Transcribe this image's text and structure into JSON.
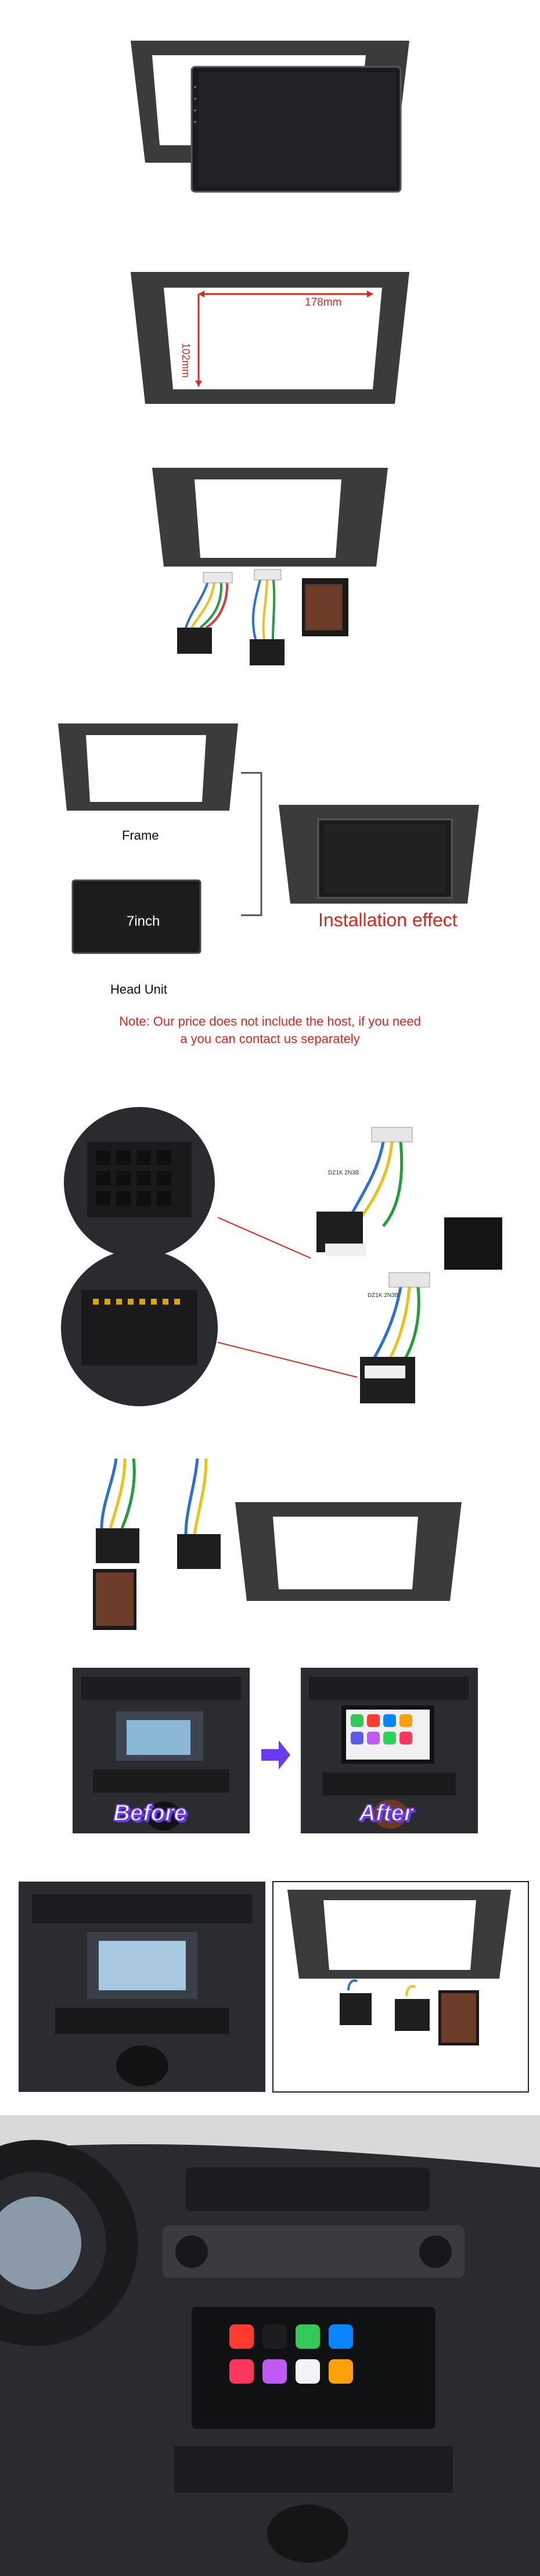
{
  "section2": {
    "width_label": "178mm",
    "height_label": "102mm"
  },
  "section4": {
    "frame_label": "Frame",
    "screen_label": "7inch",
    "head_unit_label": "Head Unit",
    "effect_label": "Installation effect",
    "note_line1": "Note: Our price does not include the host, if you need",
    "note_line2": "a you can contact us separately"
  },
  "section6": {
    "connector_text_1": "DZ1K 2N3B",
    "connector_text_2": "DZ1K 2N3B"
  },
  "section8": {
    "before_label": "Before",
    "after_label": "After"
  },
  "colors": {
    "accent_red": "#e0261c",
    "badge_purple": "#6a3cf0",
    "frame_grey": "#3a3b3d"
  }
}
